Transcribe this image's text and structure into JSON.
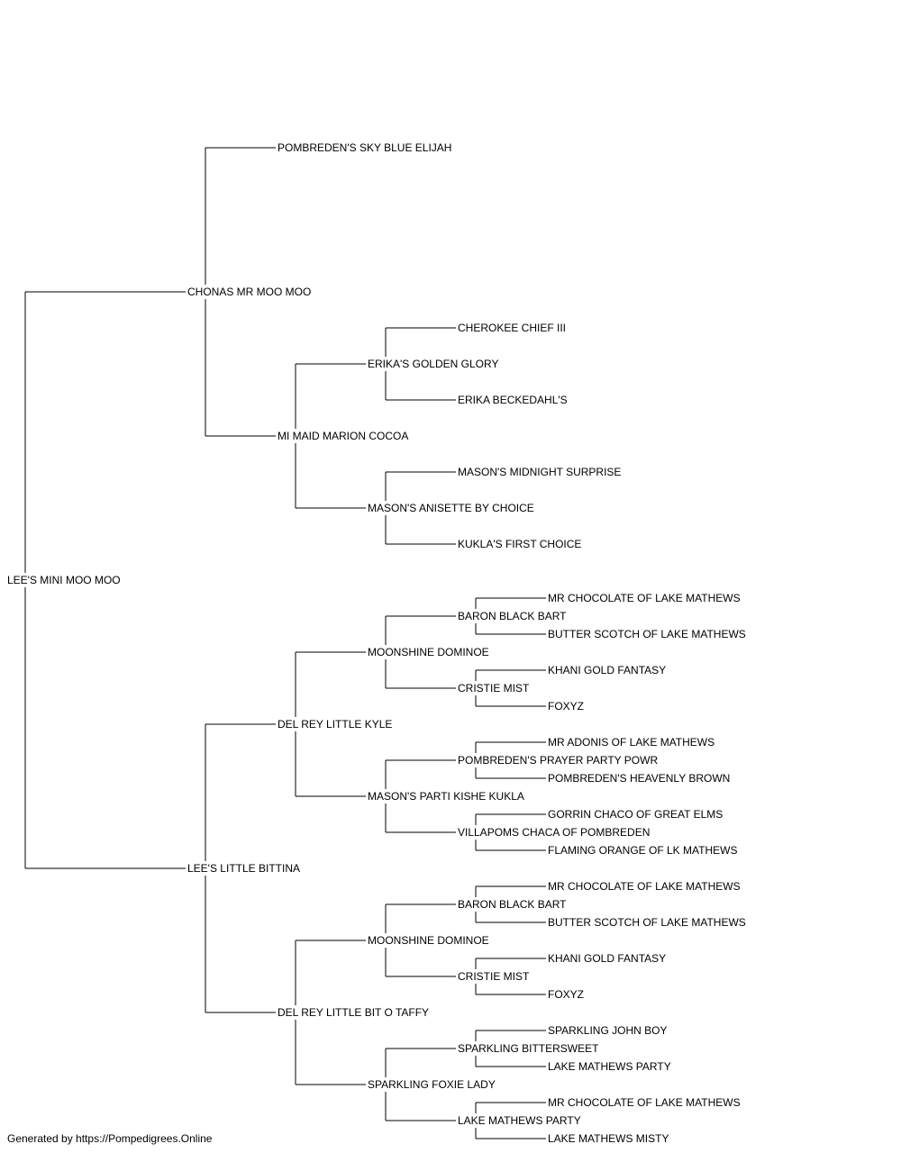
{
  "pedigree": {
    "subject": "LEE'S MINI MOO MOO",
    "sire": {
      "name": "CHONAS MR MOO MOO",
      "sire": {
        "name": "POMBREDEN'S SKY BLUE ELIJAH"
      },
      "dam": {
        "name": "MI MAID MARION COCOA",
        "sire": {
          "name": "ERIKA'S GOLDEN GLORY",
          "sire": {
            "name": "CHEROKEE CHIEF III"
          },
          "dam": {
            "name": "ERIKA BECKEDAHL'S"
          }
        },
        "dam": {
          "name": "MASON'S ANISETTE BY CHOICE",
          "sire": {
            "name": "MASON'S MIDNIGHT SURPRISE"
          },
          "dam": {
            "name": "KUKLA'S FIRST CHOICE"
          }
        }
      }
    },
    "dam": {
      "name": "LEE'S LITTLE BITTINA",
      "sire": {
        "name": "DEL REY LITTLE KYLE",
        "sire": {
          "name": "MOONSHINE DOMINOE",
          "sire": {
            "name": "BARON BLACK BART",
            "sire": {
              "name": "MR CHOCOLATE OF LAKE MATHEWS"
            },
            "dam": {
              "name": "BUTTER SCOTCH OF LAKE MATHEWS"
            }
          },
          "dam": {
            "name": "CRISTIE MIST",
            "sire": {
              "name": "KHANI GOLD FANTASY"
            },
            "dam": {
              "name": "FOXYZ"
            }
          }
        },
        "dam": {
          "name": "MASON'S PARTI KISHE KUKLA",
          "sire": {
            "name": "POMBREDEN'S PRAYER PARTY POWR",
            "sire": {
              "name": "MR ADONIS OF LAKE MATHEWS"
            },
            "dam": {
              "name": "POMBREDEN'S HEAVENLY BROWN"
            }
          },
          "dam": {
            "name": "VILLAPOMS CHACA OF POMBREDEN",
            "sire": {
              "name": "GORRIN CHACO OF GREAT ELMS"
            },
            "dam": {
              "name": "FLAMING ORANGE OF LK MATHEWS"
            }
          }
        }
      },
      "dam": {
        "name": "DEL REY LITTLE BIT O TAFFY",
        "sire": {
          "name": "MOONSHINE DOMINOE",
          "sire": {
            "name": "BARON BLACK BART",
            "sire": {
              "name": "MR CHOCOLATE OF LAKE MATHEWS"
            },
            "dam": {
              "name": "BUTTER SCOTCH OF LAKE MATHEWS"
            }
          },
          "dam": {
            "name": "CRISTIE MIST",
            "sire": {
              "name": "KHANI GOLD FANTASY"
            },
            "dam": {
              "name": "FOXYZ"
            }
          }
        },
        "dam": {
          "name": "SPARKLING FOXIE LADY",
          "sire": {
            "name": "SPARKLING BITTERSWEET",
            "sire": {
              "name": "SPARKLING JOHN BOY"
            },
            "dam": {
              "name": "LAKE MATHEWS PARTY"
            }
          },
          "dam": {
            "name": "LAKE MATHEWS PARTY",
            "sire": {
              "name": "MR CHOCOLATE OF LAKE MATHEWS"
            },
            "dam": {
              "name": "LAKE MATHEWS MISTY"
            }
          }
        }
      }
    }
  },
  "footer": "Generated by https://Pompedigrees.Online"
}
